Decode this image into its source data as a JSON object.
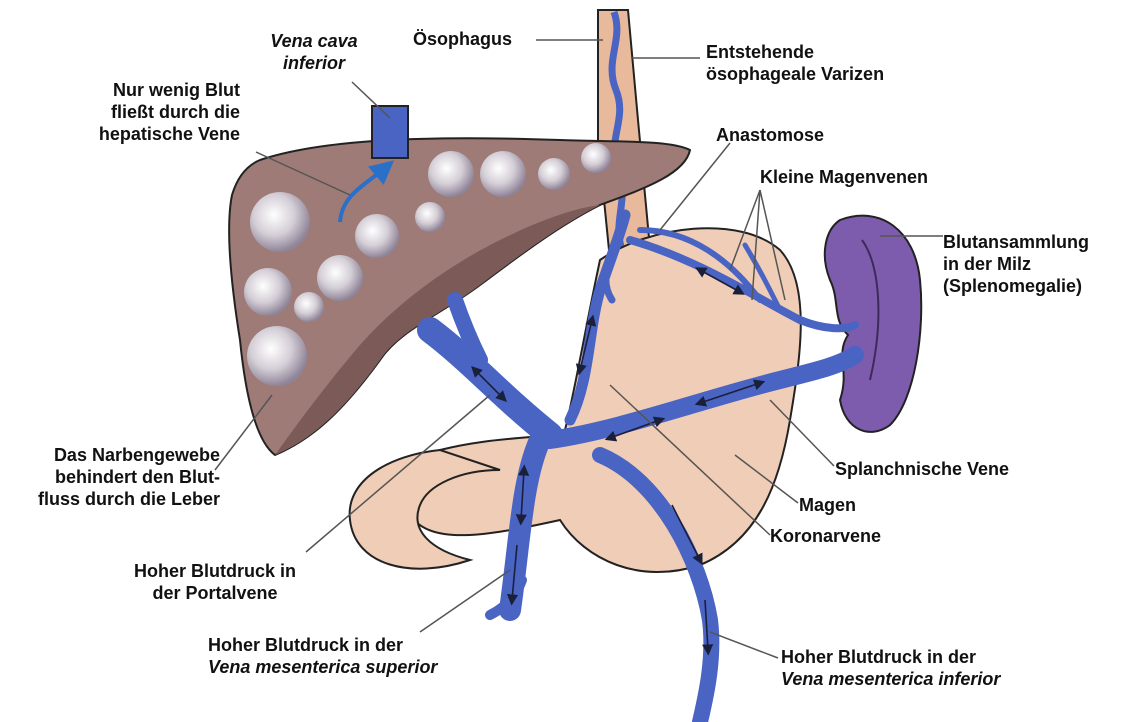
{
  "colors": {
    "liver": "#9e7b76",
    "liver_dark": "#7c5a57",
    "outline": "#222222",
    "vein": "#4a64c4",
    "vein_dark": "#2a3a8a",
    "stomach": "#f0cdb6",
    "esophagus": "#e8b99b",
    "spleen": "#7e5cad",
    "nodule": "#c8c2cc",
    "leader": "#555555"
  },
  "labels": {
    "vena_cava": {
      "line1": "Vena cava",
      "line2": "inferior"
    },
    "oesophagus": "Ösophagus",
    "varizen": {
      "line1": "Entstehende",
      "line2": "ösophageale Varizen"
    },
    "nur_wenig": {
      "line1": "Nur wenig Blut",
      "line2": "fließt durch die",
      "line3": "hepatische Vene"
    },
    "anastomose": "Anastomose",
    "kleine_magenvenen": "Kleine Magenvenen",
    "milz": {
      "line1": "Blutansammlung",
      "line2": "in der Milz",
      "line3": "(Splenomegalie)"
    },
    "narbengewebe": {
      "line1": "Das Narbengewebe",
      "line2": "behindert den Blut-",
      "line3": "fluss durch die Leber"
    },
    "splanchnische": "Splanchnische Vene",
    "magen": "Magen",
    "koronarvene": "Koronarvene",
    "portalvene": {
      "line1": "Hoher Blutdruck in",
      "line2": "der Portalvene"
    },
    "mes_sup": {
      "line1": "Hoher Blutdruck in der",
      "line2": "Vena mesenterica superior"
    },
    "mes_inf": {
      "line1": "Hoher Blutdruck in der",
      "line2": "Vena mesenterica inferior"
    }
  }
}
